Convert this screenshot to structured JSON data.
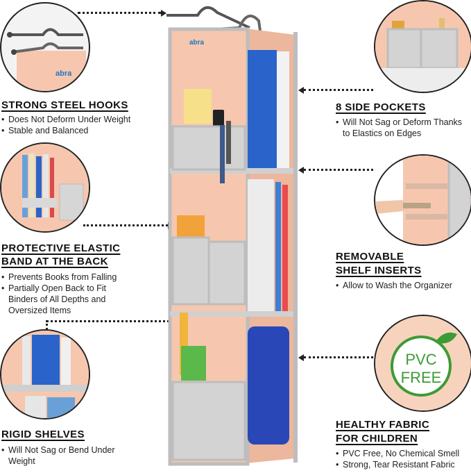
{
  "features": {
    "hooks": {
      "title": "STRONG STEEL HOOKS",
      "bullets": [
        "Does Not Deform Under Weight",
        "Stable and Balanced"
      ]
    },
    "pockets": {
      "title": "8 SIDE POCKETS",
      "bullets": [
        "Will Not Sag or Deform Thanks to Elastics on Edges"
      ]
    },
    "elastic": {
      "title_line1": "PROTECTIVE ELASTIC",
      "title_line2": "BAND AT THE BACK",
      "bullets": [
        "Prevents Books from Falling",
        "Partially Open Back to Fit Binders of All Depths and Oversized Items"
      ]
    },
    "inserts": {
      "title_line1": "REMOVABLE",
      "title_line2": "SHELF INSERTS",
      "bullets": [
        "Allow to Wash the Organizer"
      ]
    },
    "shelves": {
      "title": "RIGID SHELVES",
      "bullets": [
        "Will Not Sag or Bend Under Weight"
      ]
    },
    "fabric": {
      "title_line1": "HEALTHY FABRIC",
      "title_line2": "FOR CHILDREN",
      "bullets": [
        "PVC Free, No Chemical Smell",
        "Strong, Tear Resistant Fabric"
      ]
    }
  },
  "brand_logo": "abra",
  "pvc_badge": {
    "line1": "PVC",
    "line2": "FREE"
  },
  "colors": {
    "fabric": "#f6c7ae",
    "trim": "#bdbdbd",
    "binder_blue": "#2a63c9",
    "pvc_green": "#3d9b35"
  },
  "icons": [
    "leaf-icon",
    "hook-icon"
  ]
}
